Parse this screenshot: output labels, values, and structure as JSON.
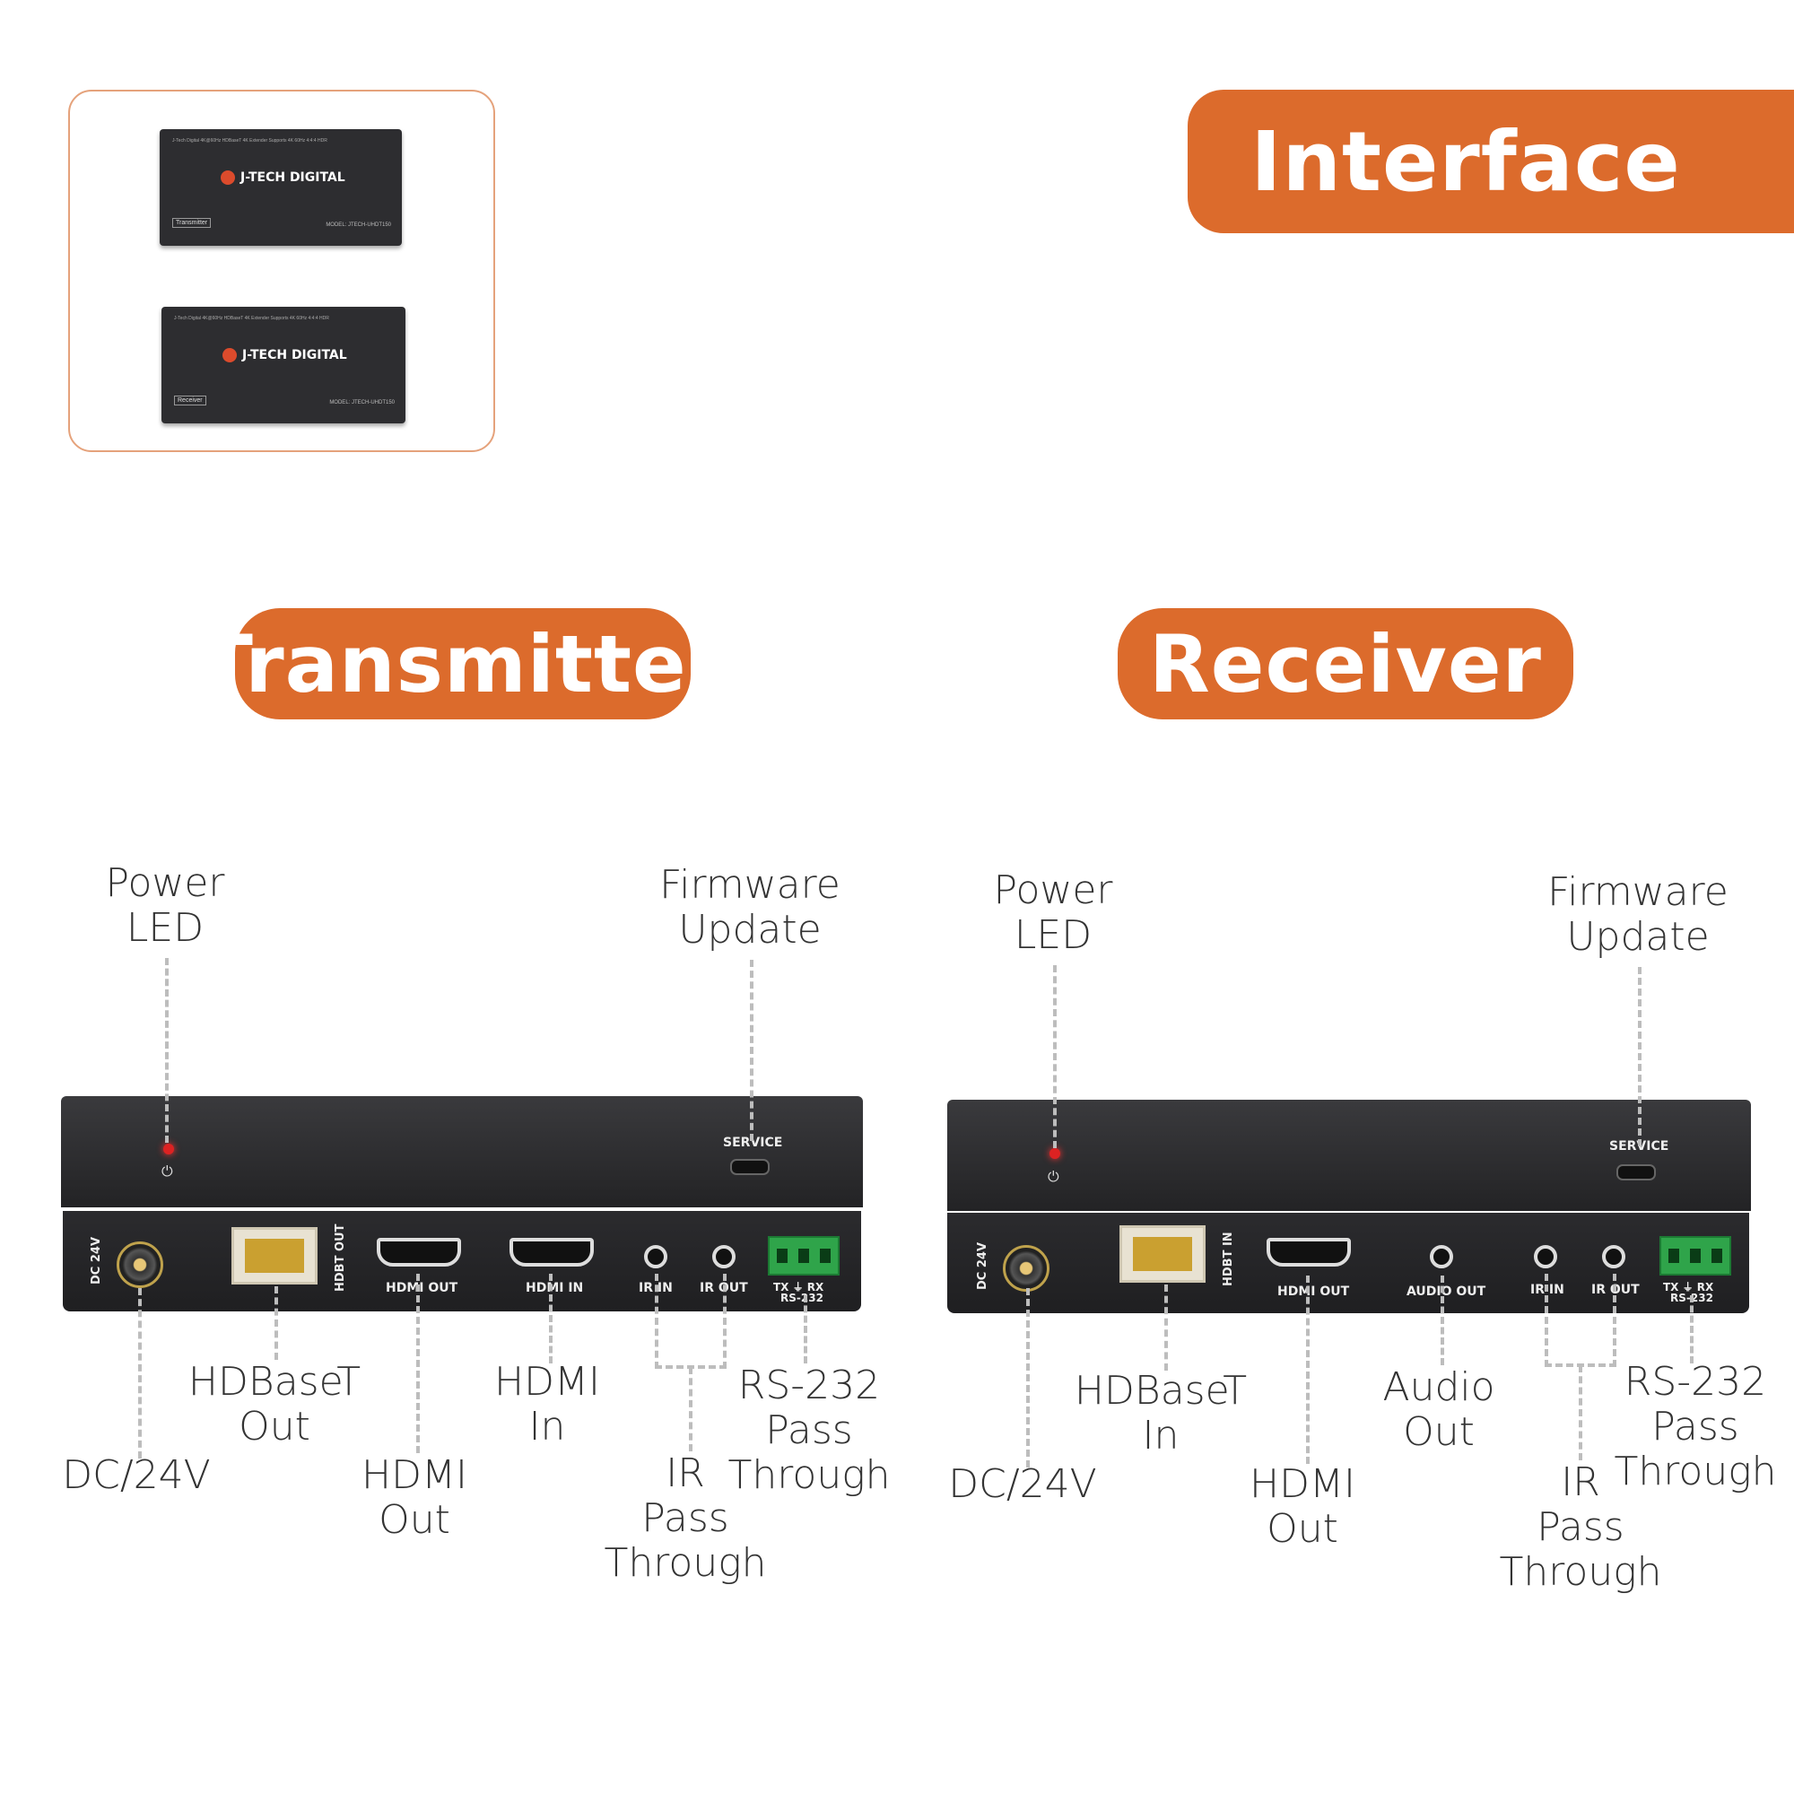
{
  "header": {
    "title": "Interface"
  },
  "thumbnail": {
    "transmitter": {
      "brand": "J-TECH DIGITAL",
      "tag": "Transmitter",
      "model": "MODEL: JTECH-UHDT150",
      "blurb": "J-Tech Digital 4K@60Hz HDBaseT 4K Extender Supports 4K 60Hz 4:4:4 HDR"
    },
    "receiver": {
      "brand": "J-TECH DIGITAL",
      "tag": "Receiver",
      "model": "MODEL: JTECH-UHDT150",
      "blurb": "J-Tech Digital 4K@60Hz HDBaseT 4K Extender Supports 4K 60Hz 4:4:4 HDR"
    }
  },
  "transmitter": {
    "title": "Transmitter",
    "panel": {
      "service": "SERVICE",
      "dc": "DC 24V",
      "hdbt": "HDBT OUT",
      "hdmi_out": "HDMI OUT",
      "hdmi_in": "HDMI IN",
      "ir_in": "IR IN",
      "ir_out": "IR OUT",
      "txrx": "TX  ⏚  RX",
      "rs232": "RS-232"
    },
    "labels": {
      "power_led": [
        "Power",
        "LED"
      ],
      "firmware": [
        "Firmware",
        "Update"
      ],
      "dc": [
        "DC/24V"
      ],
      "hdbaset": [
        "HDBaseT",
        "Out"
      ],
      "hdmi_out": [
        "HDMI",
        "Out"
      ],
      "hdmi_in": [
        "HDMI",
        "In"
      ],
      "ir": [
        "IR",
        "Pass",
        "Through"
      ],
      "rs232": [
        "RS-232",
        "Pass",
        "Through"
      ]
    }
  },
  "receiver": {
    "title": "Receiver",
    "panel": {
      "service": "SERVICE",
      "dc": "DC 24V",
      "hdbt": "HDBT IN",
      "hdmi_out": "HDMI OUT",
      "audio_out": "AUDIO OUT",
      "ir_in": "IR IN",
      "ir_out": "IR OUT",
      "txrx": "TX  ⏚  RX",
      "rs232": "RS-232"
    },
    "labels": {
      "power_led": [
        "Power",
        "LED"
      ],
      "firmware": [
        "Firmware",
        "Update"
      ],
      "dc": [
        "DC/24V"
      ],
      "hdbaset": [
        "HDBaseT",
        "In"
      ],
      "hdmi_out": [
        "HDMI",
        "Out"
      ],
      "audio": [
        "Audio",
        "Out"
      ],
      "ir": [
        "IR",
        "Pass",
        "Through"
      ],
      "rs232": [
        "RS-232",
        "Pass",
        "Through"
      ]
    }
  },
  "colors": {
    "accent": "#dc6b2c",
    "thumb_border": "#e5a27b",
    "device": "#2b2b2e",
    "led": "#dd2222",
    "terminal": "#2fa44a"
  }
}
